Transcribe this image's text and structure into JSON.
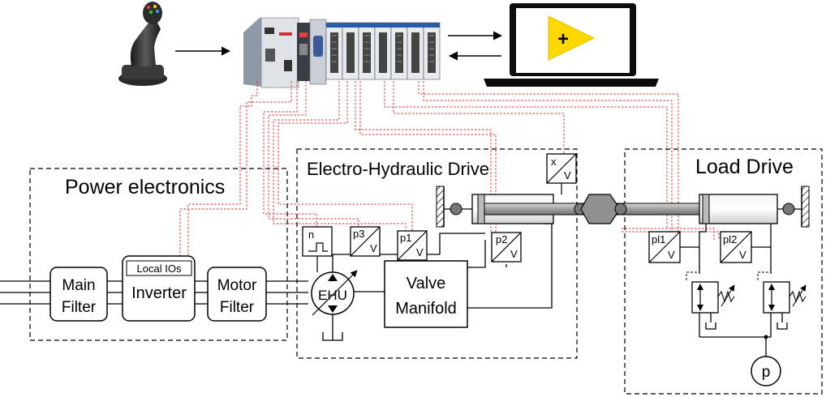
{
  "regions": {
    "power_electronics": "Power electronics",
    "ehd": "Electro-Hydraulic Drive",
    "load": "Load Drive"
  },
  "blocks": {
    "main_filter": [
      "Main",
      "Filter"
    ],
    "inverter": "Inverter",
    "local_ios": "Local IOs",
    "motor_filter": [
      "Motor",
      "Filter"
    ],
    "ehu": "EHU",
    "valve_manifold": [
      "Valve",
      "Manifold"
    ],
    "pump": "p"
  },
  "sensors": {
    "n": "n",
    "p3": "p3",
    "p1": "p1",
    "p2": "p2",
    "x": "x",
    "pl1": "pl1",
    "pl2": "pl2",
    "v": "V"
  },
  "icons": {
    "joystick": "joystick-icon",
    "controller": "compactrio-controller-icon",
    "laptop": "laptop-icon",
    "labview_logo": "labview-logo-icon",
    "labview_symbol": "+"
  },
  "colors": {
    "signal_wire": "#e03030",
    "labview_yellow": "#ffd800",
    "line": "#111111"
  }
}
